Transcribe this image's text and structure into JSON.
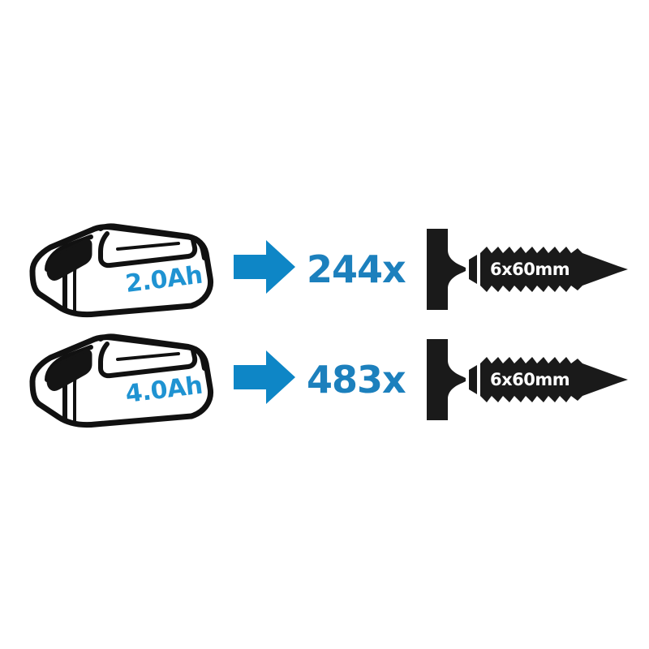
{
  "title": "Battery capacity to screw count comparison",
  "background_color": "#ffffff",
  "colors": {
    "arrow_blue": "#0e86c6",
    "count_blue": "#1c80bd",
    "battery_label_blue": "#1f93d2",
    "screw_black": "#1a1a1a",
    "outline_black": "#111111",
    "screw_label_white": "#ffffff"
  },
  "rows": [
    {
      "battery": {
        "capacity_label": "2.0Ah",
        "icon": "battery-pack-icon"
      },
      "arrow": {
        "icon": "arrow-right-icon"
      },
      "count": {
        "value": "244x"
      },
      "screw": {
        "icon": "wood-screw-icon",
        "size_label": "6x60mm"
      }
    },
    {
      "battery": {
        "capacity_label": "4.0Ah",
        "icon": "battery-pack-icon"
      },
      "arrow": {
        "icon": "arrow-right-icon"
      },
      "count": {
        "value": "483x"
      },
      "screw": {
        "icon": "wood-screw-icon",
        "size_label": "6x60mm"
      }
    }
  ]
}
